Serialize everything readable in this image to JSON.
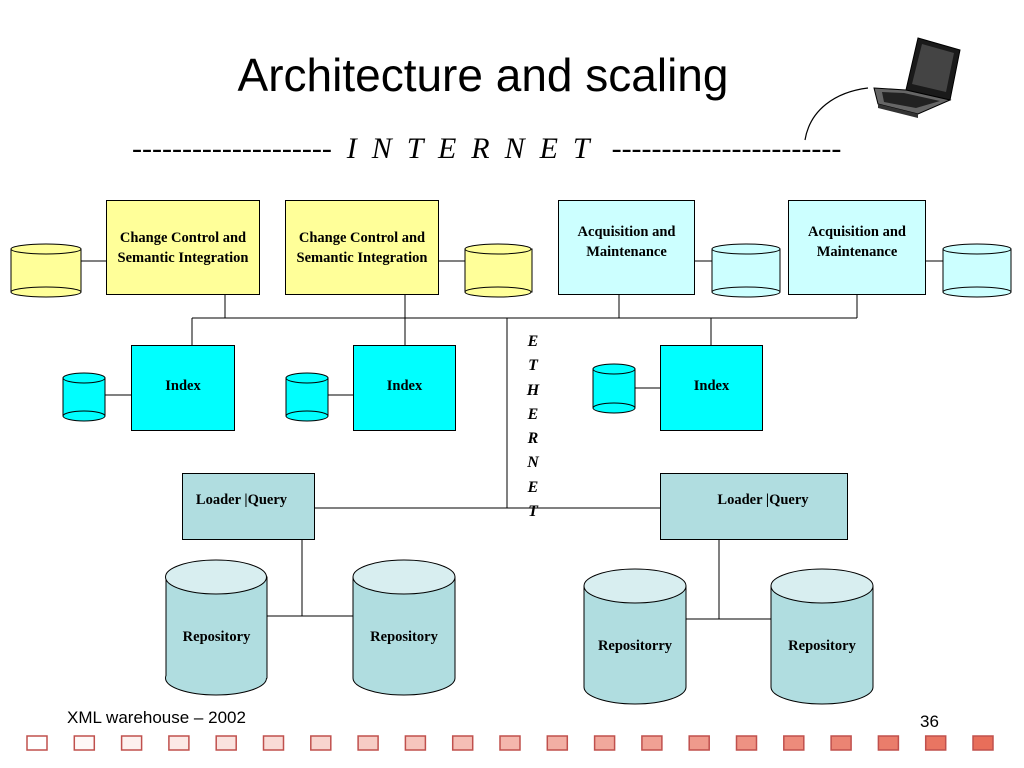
{
  "slide": {
    "title": "Architecture and scaling",
    "internet_banner": "--------------------  I  N  T  E  R  N  E  T   -----------------------",
    "ethernet_letters": [
      "E",
      "T",
      "H",
      "E",
      "R",
      "N",
      "E",
      "T"
    ],
    "footer": "XML warehouse – 2002",
    "page_number": "36"
  },
  "boxes": {
    "change_control_1": "Change Control and Semantic Integration",
    "change_control_2": "Change Control and Semantic Integration",
    "acquisition_1": "Acquisition and Maintenance",
    "acquisition_2": "Acquisition and Maintenance",
    "index_1": "Index",
    "index_2": "Index",
    "index_3": "Index",
    "loader_query_1": "Loader |Query",
    "loader_query_2": "Loader |Query"
  },
  "repositories": {
    "repo_1": "Repository",
    "repo_2": "Repository",
    "repo_3": "Repositorry",
    "repo_4": "Repository"
  },
  "colors": {
    "change_control_fill": "#ffff99",
    "acquisition_fill": "#ccffff",
    "index_fill": "#00ffff",
    "loader_fill": "#b0dde0",
    "footer_square_stroke": "#c0504d"
  },
  "icons": [
    "laptop-icon"
  ]
}
